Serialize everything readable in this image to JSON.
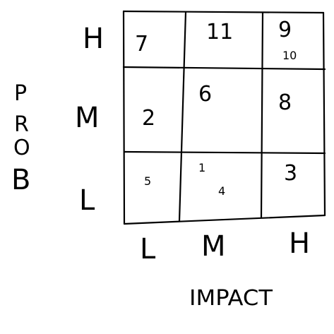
{
  "y_axis": {
    "title_letters": [
      "P",
      "R",
      "O",
      "B"
    ],
    "levels": [
      "H",
      "M",
      "L"
    ]
  },
  "x_axis": {
    "title": "IMPACT",
    "levels": [
      "L",
      "M",
      "H"
    ]
  },
  "cells": {
    "high_low": [
      "7"
    ],
    "high_medium": [
      "11"
    ],
    "high_high": [
      "9",
      "10"
    ],
    "medium_low": [
      "2"
    ],
    "medium_medium": [
      "6"
    ],
    "medium_high": [
      "8"
    ],
    "low_low": [
      "5"
    ],
    "low_medium": [
      "1",
      "4"
    ],
    "low_high": [
      "3"
    ]
  },
  "colors": {
    "ink": "#000000",
    "background": "#ffffff"
  }
}
